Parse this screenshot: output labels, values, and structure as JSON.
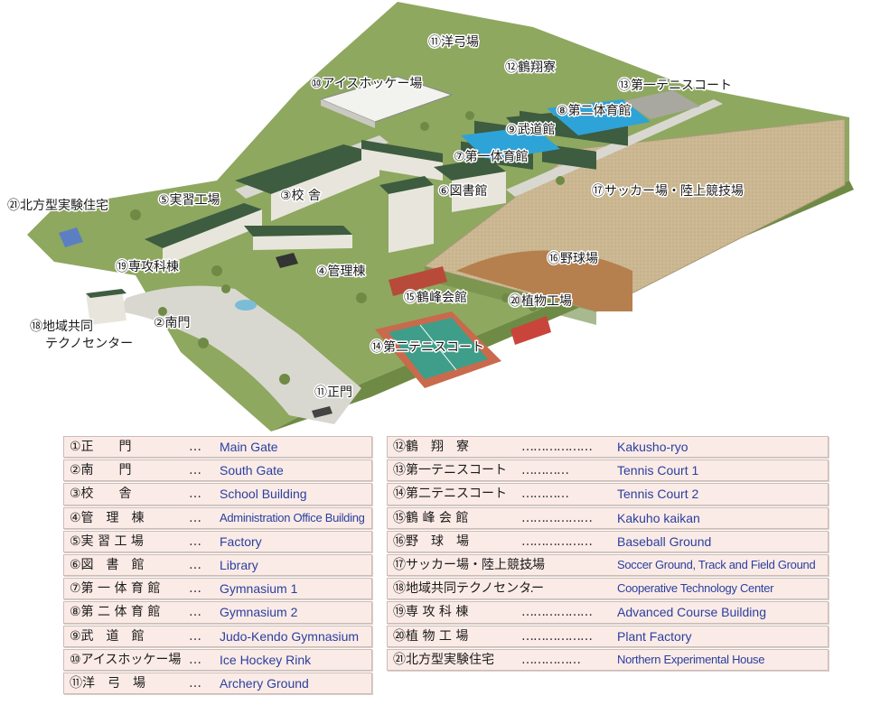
{
  "map": {
    "colors": {
      "grass": "#8ea860",
      "grass_dark": "#6f8a45",
      "field": "#c9b58f",
      "roof": "#3d5c40",
      "wall": "#e8e6dc",
      "pool": "#2ea3d8",
      "court": "#3f9e8a",
      "court_edge": "#c96a4c",
      "diamond": "#b5804e",
      "path": "#d8d8d0",
      "water": "#7bbcd6"
    },
    "labels": [
      {
        "key": "gate_main",
        "text": "⑪正門"
      },
      {
        "key": "gate_south",
        "text": "②南門"
      },
      {
        "key": "school",
        "text": "③校 舎"
      },
      {
        "key": "admin",
        "text": "④管理棟"
      },
      {
        "key": "factory",
        "text": "⑤実習工場"
      },
      {
        "key": "library",
        "text": "⑥図書館"
      },
      {
        "key": "gym1",
        "text": "⑦第一体育館"
      },
      {
        "key": "gym2",
        "text": "⑧第二体育館"
      },
      {
        "key": "budokan",
        "text": "⑨武道館"
      },
      {
        "key": "icerink",
        "text": "⑩アイスホッケー場"
      },
      {
        "key": "archery",
        "text": "⑪洋弓場"
      },
      {
        "key": "dorm",
        "text": "⑫鶴翔寮"
      },
      {
        "key": "tennis1",
        "text": "⑬第一テニスコート"
      },
      {
        "key": "tennis2",
        "text": "⑭第二テニスコート"
      },
      {
        "key": "kaikan",
        "text": "⑮鶴峰会館"
      },
      {
        "key": "baseball",
        "text": "⑯野球場"
      },
      {
        "key": "soccer",
        "text": "⑰サッカー場・陸上競技場"
      },
      {
        "key": "tech1",
        "text": "⑱地域共同"
      },
      {
        "key": "tech2",
        "text": "テクノセンター"
      },
      {
        "key": "advanced",
        "text": "⑲専攻科棟"
      },
      {
        "key": "plant",
        "text": "⑳植物工場"
      },
      {
        "key": "house",
        "text": "㉑北方型実験住宅"
      }
    ]
  },
  "legend": {
    "left": [
      {
        "jp": "①正　　門",
        "dots": "…",
        "en": "Main Gate"
      },
      {
        "jp": "②南　　門",
        "dots": "…",
        "en": "South Gate"
      },
      {
        "jp": "③校　　舎",
        "dots": "…",
        "en": "School Building"
      },
      {
        "jp": "④管　理　棟",
        "dots": "…",
        "en": "Administration Office Building"
      },
      {
        "jp": "⑤実 習 工 場",
        "dots": "…",
        "en": "Factory"
      },
      {
        "jp": "⑥図　書　館",
        "dots": "…",
        "en": "Library"
      },
      {
        "jp": "⑦第 一 体 育 館",
        "dots": "…",
        "en": "Gymnasium 1"
      },
      {
        "jp": "⑧第 二 体 育 館",
        "dots": "…",
        "en": "Gymnasium 2"
      },
      {
        "jp": "⑨武　道　館",
        "dots": "…",
        "en": "Judo-Kendo Gymnasium"
      },
      {
        "jp": "⑩アイスホッケー場",
        "dots": "…",
        "en": "Ice Hockey Rink"
      },
      {
        "jp": "⑪洋　弓　場",
        "dots": "…",
        "en": "Archery Ground"
      }
    ],
    "right": [
      {
        "jp": "⑫鶴　翔　寮",
        "dots": "………………",
        "en": "Kakusho-ryo"
      },
      {
        "jp": "⑬第一テニスコート",
        "dots": "…………",
        "en": "Tennis Court 1"
      },
      {
        "jp": "⑭第二テニスコート",
        "dots": "…………",
        "en": "Tennis Court 2"
      },
      {
        "jp": "⑮鶴 峰 会 館",
        "dots": "………………",
        "en": "Kakuho kaikan"
      },
      {
        "jp": "⑯野　球　場",
        "dots": "………………",
        "en": "Baseball Ground"
      },
      {
        "jp": "⑰サッカー場・陸上競技場",
        "dots": "…",
        "en": "Soccer Ground, Track and Field Ground"
      },
      {
        "jp": "⑱地域共同テクノセンター",
        "dots": "…",
        "en": "Cooperative Technology Center"
      },
      {
        "jp": "⑲専 攻 科 棟",
        "dots": "………………",
        "en": "Advanced Course Building"
      },
      {
        "jp": "⑳植 物 工 場",
        "dots": "………………",
        "en": "Plant Factory"
      },
      {
        "jp": "㉑北方型実験住宅",
        "dots": "……………",
        "en": "Northern Experimental House"
      }
    ]
  }
}
